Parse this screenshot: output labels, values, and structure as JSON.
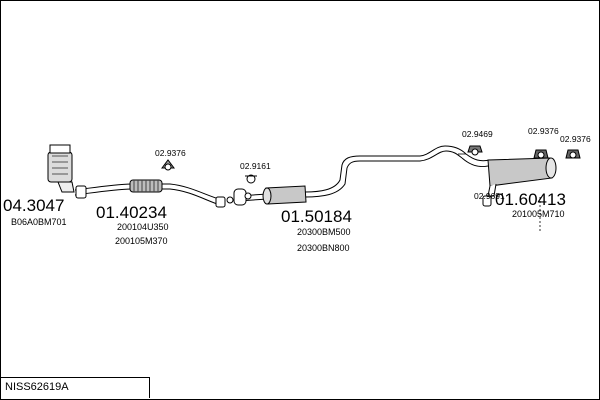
{
  "diagram": {
    "reference": "NISS62619A",
    "parts": [
      {
        "number": "04.3047",
        "codes": [
          "B06A0BM701"
        ]
      },
      {
        "number": "01.40234",
        "codes": [
          "200104U350",
          "200105M370"
        ]
      },
      {
        "number": "01.50184",
        "codes": [
          "20300BM500",
          "20300BN800"
        ]
      },
      {
        "number": "01.60413",
        "codes": [
          "201005M710"
        ]
      }
    ],
    "fittings": [
      "02.9376",
      "02.9161",
      "02.9469",
      "02.9376",
      "02.9376",
      "02.9691"
    ]
  }
}
